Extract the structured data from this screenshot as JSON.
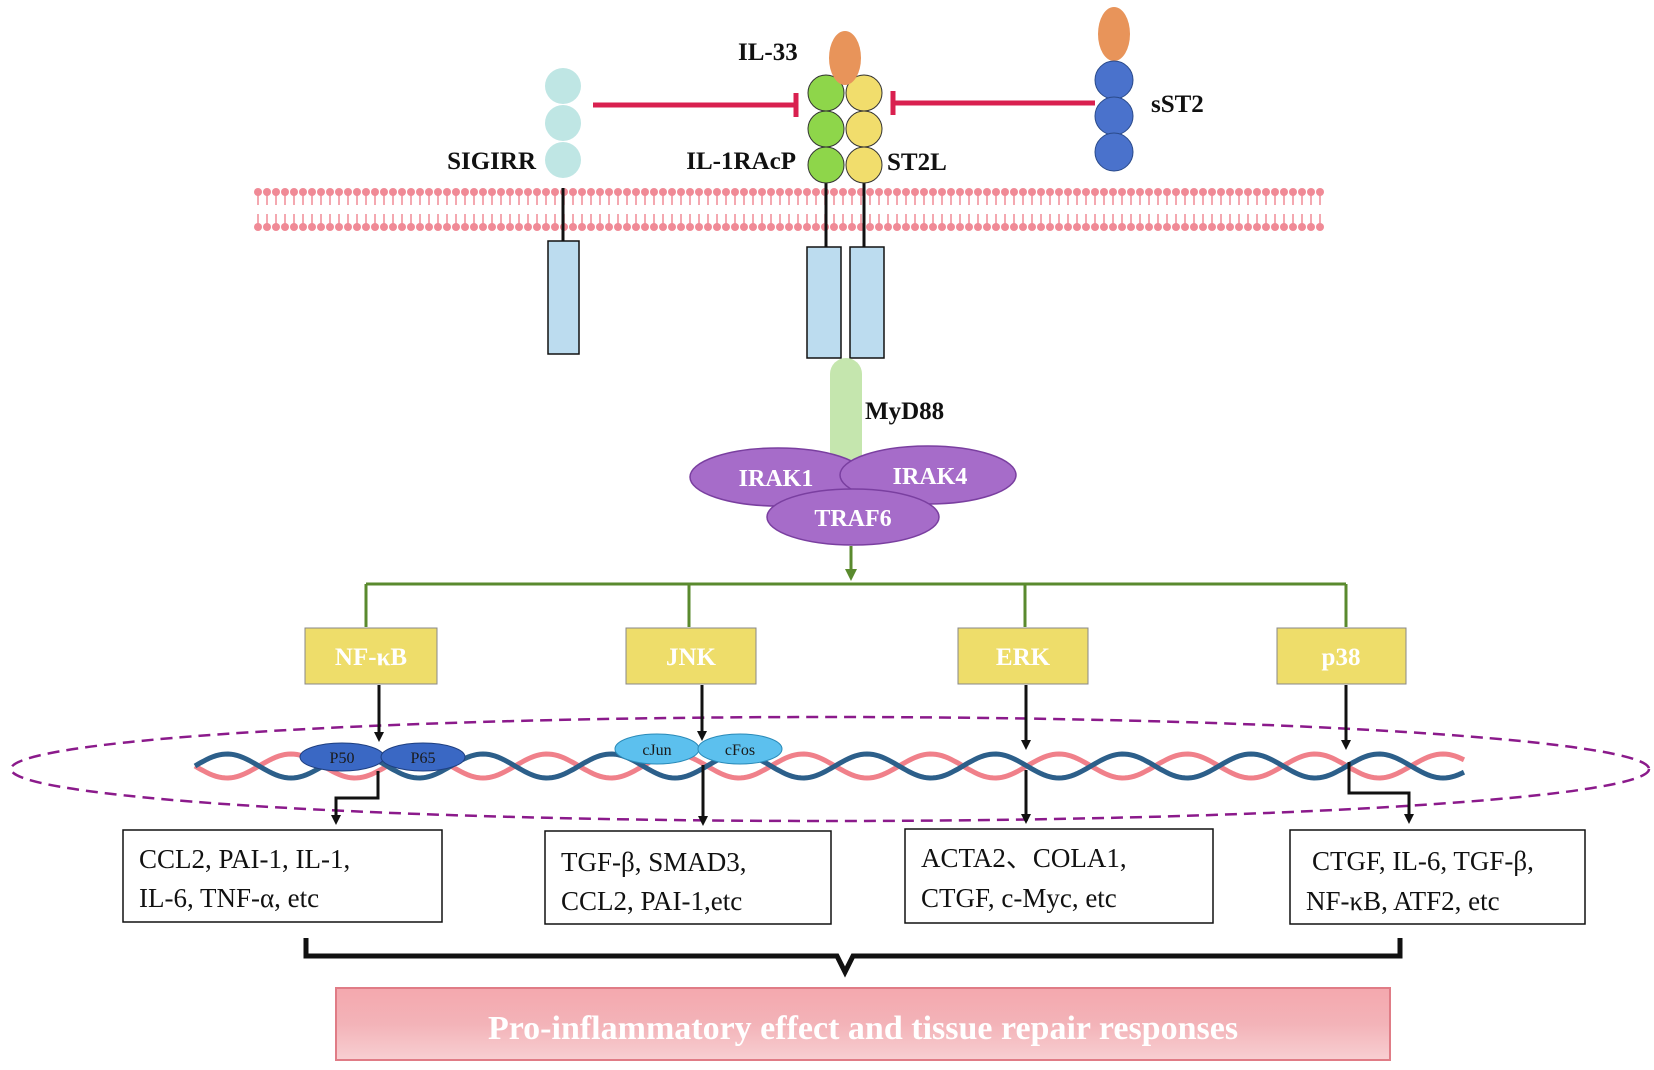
{
  "labels": {
    "il33": "IL-33",
    "sst2": "sST2",
    "sigirr": "SIGIRR",
    "il1racp": "IL-1RAcP",
    "st2l": "ST2L",
    "myd88": "MyD88",
    "irak1": "IRAK1",
    "irak4": "IRAK4",
    "traf6": "TRAF6"
  },
  "pathways": [
    {
      "name": "NF-κB",
      "factors": [
        "P50",
        "P65"
      ],
      "genes": [
        "CCL2, PAI-1,  IL-1,",
        "IL-6, TNF-α, etc"
      ]
    },
    {
      "name": "JNK",
      "factors": [
        "cJun",
        "cFos"
      ],
      "genes": [
        "TGF-β,  SMAD3,",
        "CCL2, PAI-1,etc"
      ]
    },
    {
      "name": "ERK",
      "factors": [],
      "genes": [
        "ACTA2、COLA1,",
        "CTGF, c-Myc, etc"
      ]
    },
    {
      "name": "p38",
      "factors": [],
      "genes": [
        "CTGF, IL-6, TGF-β,",
        "NF-κB, ATF2, etc"
      ]
    }
  ],
  "outcome": "Pro-inflammatory effect and tissue repair responses",
  "colors": {
    "membrane": "#f08a96",
    "inhibition": "#d9204f",
    "signal_green": "#5a8a2e",
    "pathway_box": "#eedd6a",
    "irak_purple": "#a66cc9",
    "nucleus_border": "#8b1a8b",
    "factor_blue": "#3a68c4",
    "factor_cyan": "#5cc0ee",
    "il33_orange": "#e8945a",
    "il1racp_green": "#8ed64a",
    "st2l_yellow": "#f1dd6c",
    "sigirr_teal": "#bfe6e4",
    "sst2_blue": "#4a72cc",
    "myd88_green": "#c5e6ae",
    "receptor_blue": "#bcdcef",
    "dna_red": "#f0808a",
    "dna_blue": "#2c5f8a"
  }
}
